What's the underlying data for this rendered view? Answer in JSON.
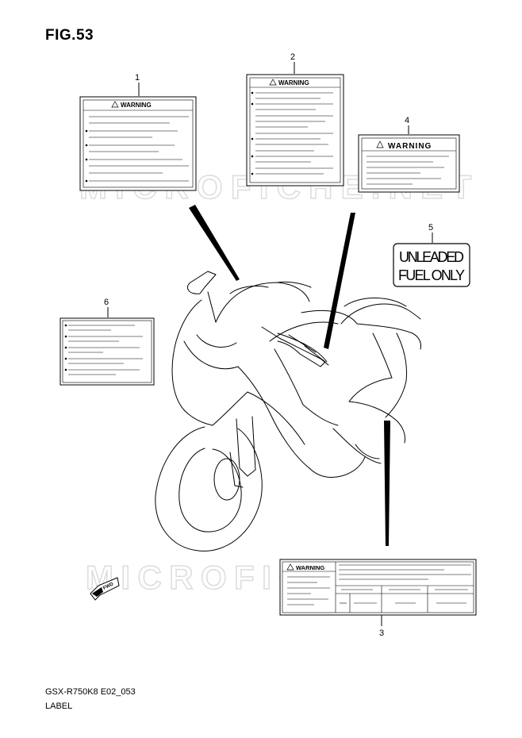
{
  "figure": {
    "title": "FIG.53",
    "code": "GSX-R750K8 E02_053",
    "caption": "LABEL"
  },
  "labels": {
    "part1": {
      "number": "1",
      "heading": "WARNING"
    },
    "part2": {
      "number": "2",
      "heading": "WARNING"
    },
    "part3": {
      "number": "3",
      "heading": "WARNING"
    },
    "part4": {
      "number": "4",
      "heading": "WARNING"
    },
    "part5": {
      "number": "5",
      "line1": "UNLEADED",
      "line2": "FUEL ONLY"
    },
    "part6": {
      "number": "6"
    }
  },
  "fwd_marker": "FWD",
  "watermark": "MICROFICHE.NET",
  "icons": {
    "warning": "warning-triangle-icon",
    "arrow": "fwd-arrow-icon"
  },
  "colors": {
    "line": "#000000",
    "watermark": "#e2e2e2"
  }
}
